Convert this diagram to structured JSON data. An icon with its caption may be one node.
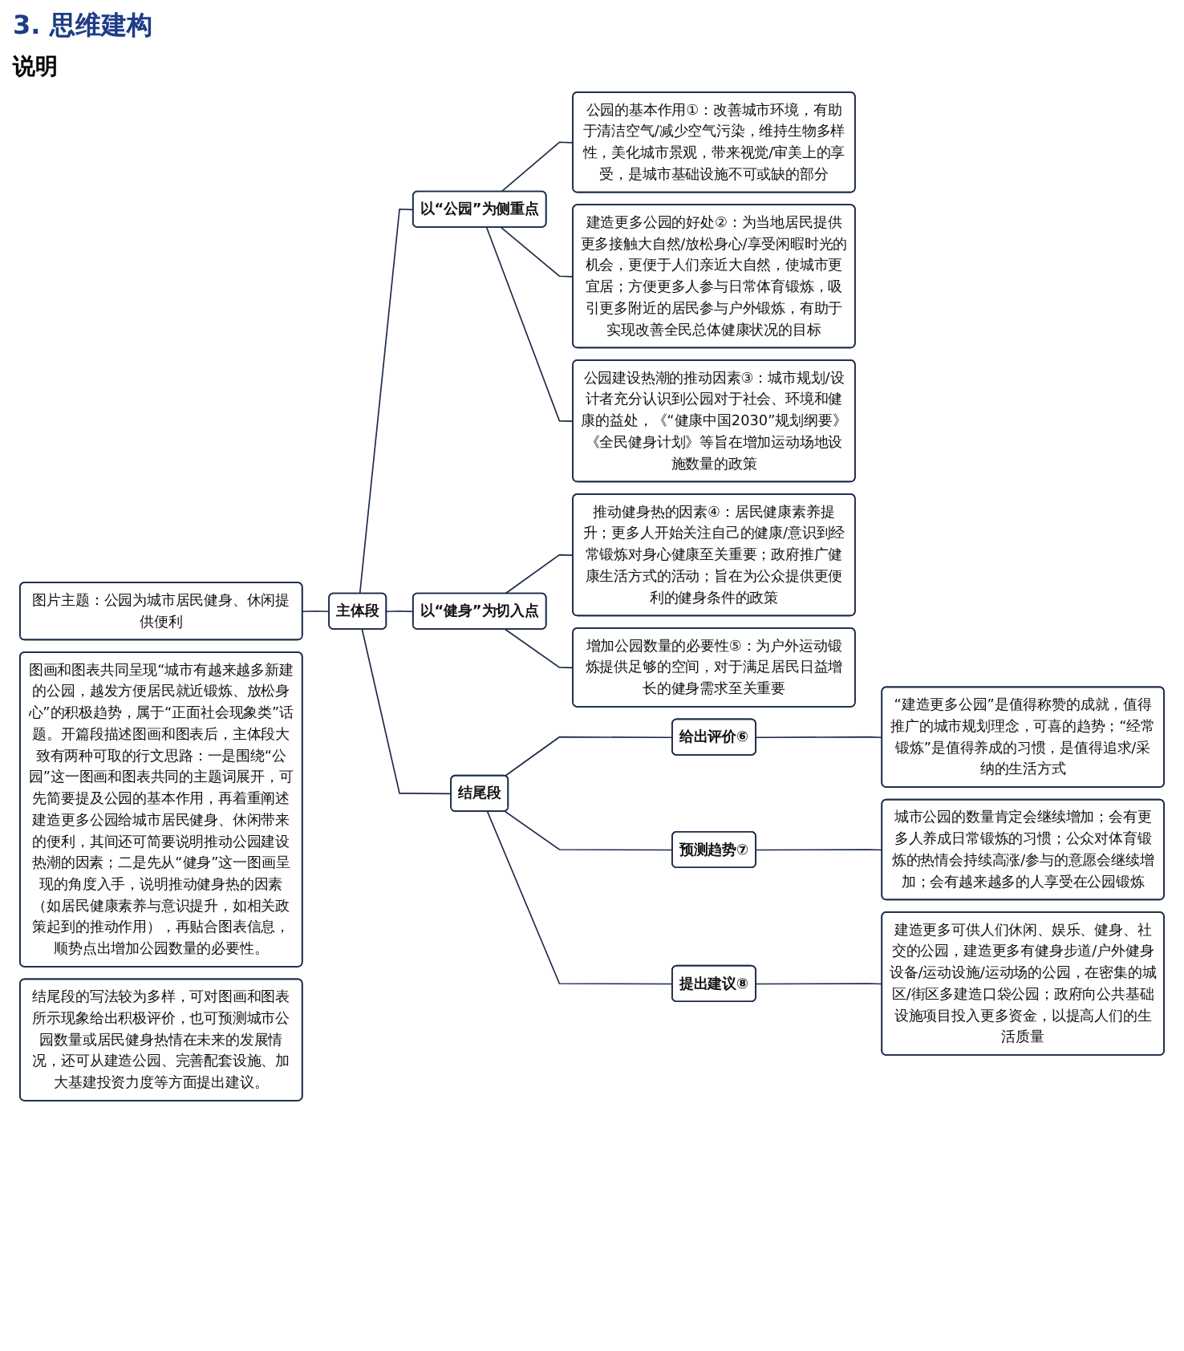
{
  "diagram": {
    "title": "3. 思维建构",
    "nodes": [
      {
        "text": [
          "图片主题：公园为城市居民健身、休闲提供便利"
        ]
      },
      {
        "text": [
          "主体段"
        ]
      },
      {
        "text": [
          "以“公园”为侧重点"
        ]
      },
      {
        "text": [
          "公园的基本作用①：改善城市环境，有助于清洁空气/减少空气污染，维持生物多样性，美化城市景观，带来视觉/审美上的享受，是城市基础设施不可或缺的部分"
        ]
      },
      {
        "text": [
          "建造更多公园的好处②：为当地居民提供更多接触大自然/放松身心/享受闲暇时光的机会，更便于人们亲近大自然，使城市更宜居；方便更多人参与日常体育锻炼，吸引更多附近的居民参与户外锻炼，有助于实现改善全民总体健康状况的目标"
        ]
      },
      {
        "text": [
          "公园建设热潮的推动因素③：城市规划/设计者充分认识到公园对于社会、环境和健康的益处，《“健康中国2030”规划纲要》《全民健身计划》等旨在增加运动场地设施数量的政策"
        ]
      },
      {
        "text": [
          "以“健身”为切入点"
        ]
      },
      {
        "text": [
          "推动健身热的因素④：居民健康素养提升；更多人开始关注自己的健康/意识到经常锻炼对身心健康至关重要；政府推广健康生活方式的活动；旨在为公众提供更便利的健身条件的政策"
        ]
      },
      {
        "text": [
          "增加公园数量的必要性⑤：为户外运动锻炼提供足够的空间，对于满足居民日益增长的健身需求至关重要"
        ]
      },
      {
        "text": [
          "结尾段"
        ]
      },
      {
        "text": [
          "给出评价⑥"
        ]
      },
      {
        "text": [
          "“建造更多公园”是值得称赞的成就，值得推广的城市规划理念，可喜的趋势；“经常锻炼”是值得养成的习惯，是值得追求/采纳的生活方式"
        ]
      },
      {
        "text": [
          "预测趋势⑦"
        ]
      },
      {
        "text": [
          "城市公园的数量肯定会继续增加；会有更多人养成日常锻炼的习惯；公众对体育锻炼的热情会持续高涨/参与的意愿会继续增加；会有越来越多的人享受在公园锻炼"
        ]
      },
      {
        "text": [
          "提出建议⑧"
        ]
      },
      {
        "text": [
          "建造更多可供人们休闲、娱乐、健身、社交的公园，建造更多有健身步道/户外健身设备/运动设施/运动场的公园，在密集的城区/街区多建造口袋公园；政府向公共基础设施项目投入更多资金，以提高人们的生活质量"
        ]
      },
      {
        "text": [
          "图画和图表共同呈现“城市有越来越多新建的公园，越发方便居民就近锻炼、放松身心”的积极趋势，属于“正面社会现象类”话题。开篇段描述图画和图表后，主体段大致有两种可取的行文思路：一是围绕“公园”这一图画和图表共同的主题词展开，可先简要提及公园的基本作用，再着重阐述建造更多公园给城市居民健身、休闲带来的便利，其间还可简要说明推动公园建设热潮的因素；二是先从“健身”这一图画呈现的角度入手，说明推动健身热的因素（如居民健康素养与意识提升，如相关政策起到的推动作用），再贴合图表信息，顺势点出增加公园数量的必要性。"
        ]
      },
      {
        "text": [
          "结尾段的写法较为多样，可对图画和图表所示现象给出积极评价，也可预测城市公园数量或居民健身热情在未来的发展情况，还可从建造公园、完善配套设施、加大基建投资力度等方面提出建议。"
        ]
      }
    ],
    "edges": [
      {
        "from": 0,
        "to": 1,
        "arrow": "none"
      },
      {
        "from": 1,
        "to": 2,
        "arrow": "none"
      },
      {
        "from": 2,
        "to": 3,
        "arrow": "none"
      },
      {
        "from": 2,
        "to": 4,
        "arrow": "none"
      },
      {
        "from": 2,
        "to": 5,
        "arrow": "none"
      },
      {
        "from": 1,
        "to": 6,
        "arrow": "none"
      },
      {
        "from": 6,
        "to": 7,
        "arrow": "none"
      },
      {
        "from": 6,
        "to": 8,
        "arrow": "none"
      },
      {
        "from": 1,
        "to": 9,
        "arrow": "none"
      },
      {
        "from": 9,
        "to": 10,
        "arrow": "none"
      },
      {
        "from": 10,
        "to": 11,
        "arrow": "none"
      },
      {
        "from": 9,
        "to": 12,
        "arrow": "none"
      },
      {
        "from": 12,
        "to": 13,
        "arrow": "none"
      },
      {
        "from": 9,
        "to": 14,
        "arrow": "none"
      },
      {
        "from": 14,
        "to": 15,
        "arrow": "none"
      }
    ],
    "labels": [
      "说明"
    ]
  }
}
